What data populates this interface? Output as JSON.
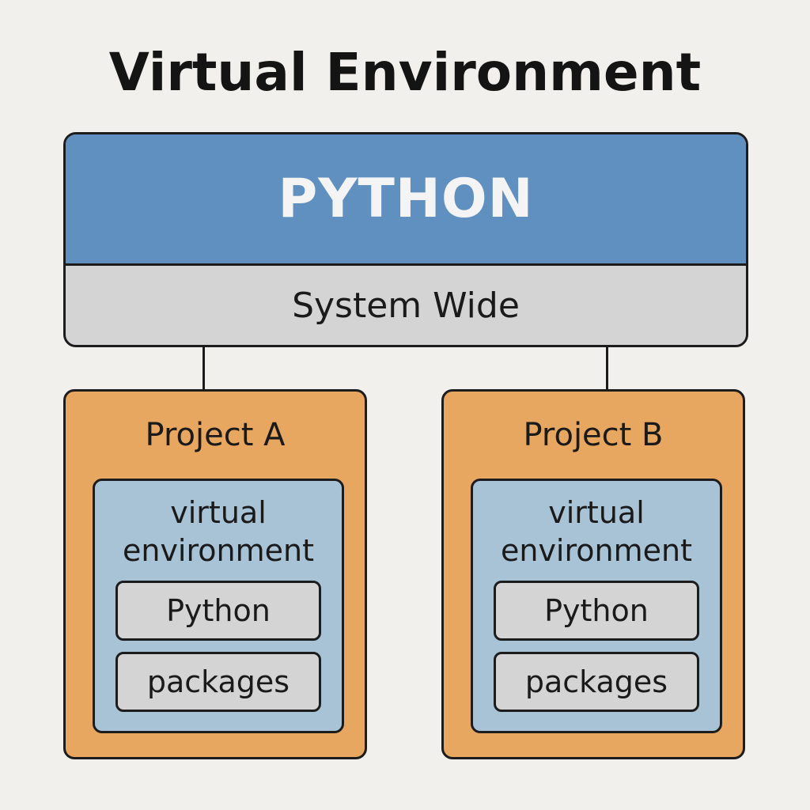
{
  "title": "Virtual Environment",
  "system": {
    "header": "PYTHON",
    "subheader": "System Wide"
  },
  "projects": [
    {
      "name": "Project A",
      "venv_label": "virtual\nenvironment",
      "items": [
        "Python",
        "packages"
      ]
    },
    {
      "name": "Project B",
      "venv_label": "virtual\nenvironment",
      "items": [
        "Python",
        "packages"
      ]
    }
  ],
  "colors": {
    "background": "#f2f0ed",
    "python_header": "#6090bf",
    "system_band": "#d4d4d4",
    "project": "#e7a761",
    "venv": "#a9c3d6",
    "inner_box": "#d4d4d4"
  }
}
